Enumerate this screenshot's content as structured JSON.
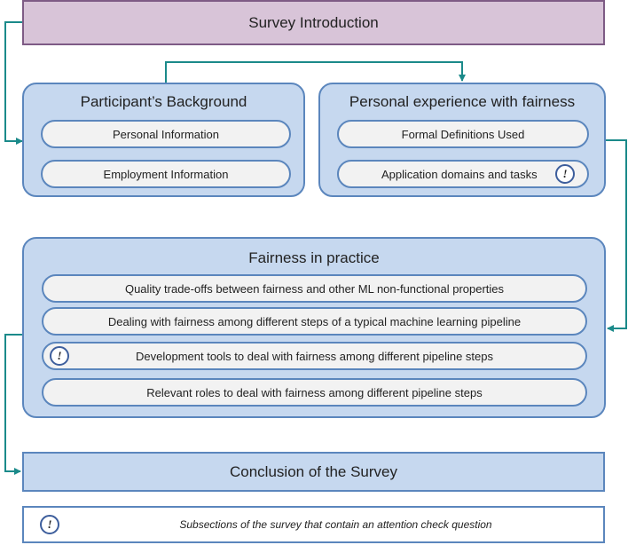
{
  "intro": {
    "label": "Survey Introduction"
  },
  "background": {
    "title": "Participant’s Background",
    "items": [
      "Personal Information",
      "Employment Information"
    ]
  },
  "experience": {
    "title": "Personal experience with fairness",
    "items": [
      "Formal Definitions Used",
      "Application domains and tasks"
    ]
  },
  "practice": {
    "title": "Fairness in practice",
    "items": [
      "Quality trade-offs between fairness and other ML non-functional properties",
      "Dealing with fairness among different steps of a typical machine learning pipeline",
      "Development tools to deal with fairness among different pipeline steps",
      "Relevant roles to deal with fairness among different pipeline steps"
    ]
  },
  "conclusion": {
    "label": "Conclusion of the Survey"
  },
  "legend": {
    "icon_glyph": "!",
    "text": "Subsections of the survey that contain an attention check question"
  },
  "colors": {
    "arrow": "#1b8a8a",
    "panel_fill": "#c6d8ef",
    "panel_border": "#5b86bd",
    "intro_fill": "#d8c4d8",
    "intro_border": "#7e5b85"
  }
}
